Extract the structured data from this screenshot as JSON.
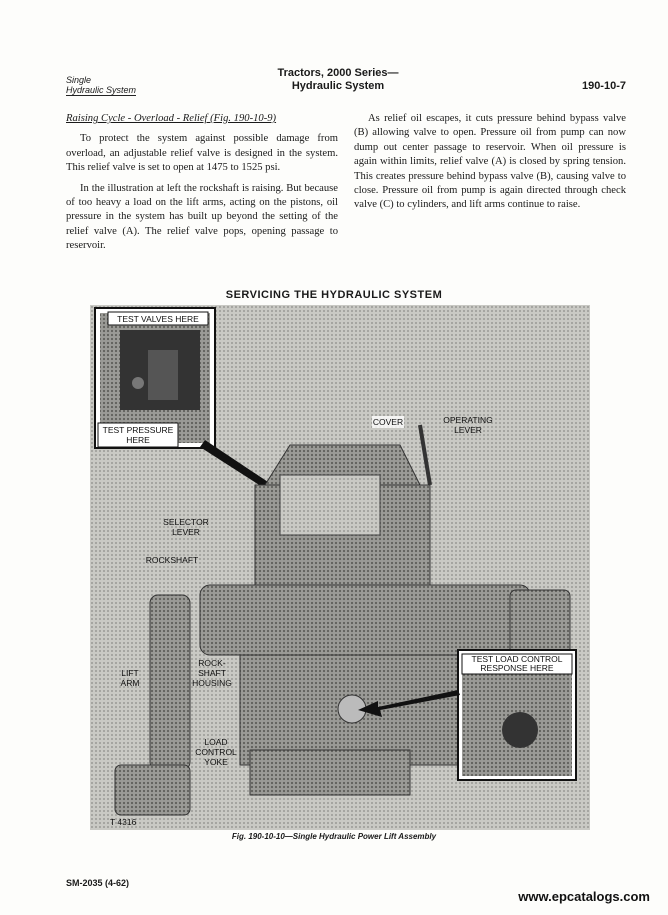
{
  "header": {
    "left_line1": "Single",
    "left_line2": "Hydraulic System",
    "center_line1": "Tractors, 2000 Series—",
    "center_line2": "Hydraulic System",
    "page_number": "190-10-7"
  },
  "left_column": {
    "subheading": "Raising Cycle - Overload - Relief (Fig. 190-10-9)",
    "paragraph1": "To protect the system against possible damage from overload, an adjustable relief valve is designed in the system. This relief valve is set to open at 1475 to 1525 psi.",
    "paragraph2": "In the illustration at left the rockshaft is raising. But because of too heavy a load on the lift arms, acting on the pistons, oil pressure in the system has built up beyond the setting of the relief valve (A). The relief valve pops, opening passage to reservoir."
  },
  "right_column": {
    "paragraph1": "As relief oil escapes, it cuts pressure behind bypass valve (B) allowing valve to open. Pressure oil from pump can now dump out center passage to reservoir. When oil pressure is again within limits, relief valve (A) is closed by spring tension. This creates pressure behind bypass valve (B), causing valve to close. Pressure oil from pump is again directed through check valve (C) to cylinders, and lift arms continue to raise."
  },
  "section_title": "SERVICING THE HYDRAULIC SYSTEM",
  "figure": {
    "labels": {
      "test_valves": "TEST VALVES HERE",
      "test_pressure_1": "TEST PRESSURE",
      "test_pressure_2": "HERE",
      "cover": "COVER",
      "operating_1": "OPERATING",
      "operating_2": "LEVER",
      "selector_1": "SELECTOR",
      "selector_2": "LEVER",
      "rockshaft": "ROCKSHAFT",
      "lift_1": "LIFT",
      "lift_2": "ARM",
      "rock_1": "ROCK-",
      "rock_2": "SHAFT",
      "rock_3": "HOUSING",
      "load_1": "LOAD",
      "load_2": "CONTROL",
      "load_3": "YOKE",
      "test_load_1": "TEST LOAD CONTROL",
      "test_load_2": "RESPONSE HERE",
      "photo_code": "T 4316"
    },
    "caption": "Fig. 190-10-10—Single Hydraulic Power Lift Assembly"
  },
  "footer": {
    "code": "SM-2035 (4-62)",
    "watermark": "www.epcatalogs.com"
  }
}
